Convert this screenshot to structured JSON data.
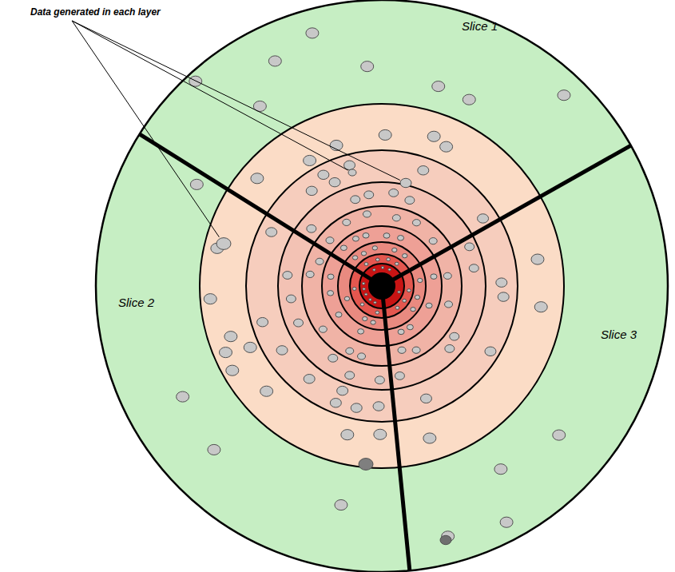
{
  "diagram": {
    "labels": [
      "Data generated in each layer",
      "Slice 1",
      "Slice 2",
      "Slice 3"
    ]
  }
}
